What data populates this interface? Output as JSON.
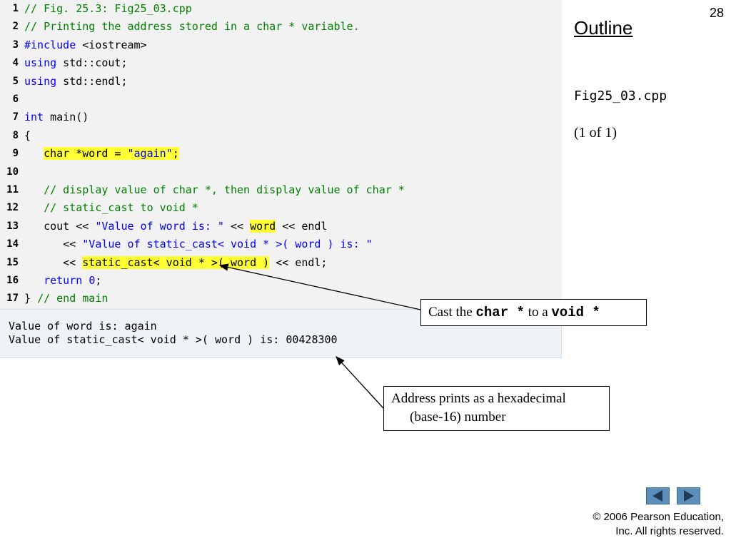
{
  "slide": {
    "number": "28",
    "outline_title": "Outline",
    "file_name": "Fig25_03.cpp",
    "page_count": "(1 of 1)"
  },
  "code": {
    "lines": [
      {
        "n": "1",
        "parts": [
          {
            "t": "// Fig. 25.3: Fig25_03.cpp",
            "c": "cm"
          }
        ]
      },
      {
        "n": "2",
        "parts": [
          {
            "t": "// Printing the address stored in a char * variable.",
            "c": "cm"
          }
        ]
      },
      {
        "n": "3",
        "parts": [
          {
            "t": "#include",
            "c": "kw"
          },
          {
            "t": " <iostream>",
            "c": ""
          }
        ]
      },
      {
        "n": "4",
        "parts": [
          {
            "t": "using",
            "c": "kw"
          },
          {
            "t": " std::cout;",
            "c": ""
          }
        ]
      },
      {
        "n": "5",
        "parts": [
          {
            "t": "using",
            "c": "kw"
          },
          {
            "t": " std::endl;",
            "c": ""
          }
        ]
      },
      {
        "n": "6",
        "parts": []
      },
      {
        "n": "7",
        "parts": [
          {
            "t": "int",
            "c": "kw"
          },
          {
            "t": " main()",
            "c": ""
          }
        ]
      },
      {
        "n": "8",
        "parts": [
          {
            "t": "{",
            "c": ""
          }
        ]
      },
      {
        "n": "9",
        "parts": [
          {
            "t": "   ",
            "c": ""
          },
          {
            "t": "char *word = ",
            "c": "hl"
          },
          {
            "t": "\"again\"",
            "c": "st hl"
          },
          {
            "t": ";",
            "c": "hl"
          }
        ]
      },
      {
        "n": "10",
        "parts": []
      },
      {
        "n": "11",
        "parts": [
          {
            "t": "   // display value of char *, then display value of char *",
            "c": "cm"
          }
        ]
      },
      {
        "n": "12",
        "parts": [
          {
            "t": "   // static_cast to void *",
            "c": "cm"
          }
        ]
      },
      {
        "n": "13",
        "parts": [
          {
            "t": "   cout << ",
            "c": ""
          },
          {
            "t": "\"Value of word is: \"",
            "c": "st"
          },
          {
            "t": " << ",
            "c": ""
          },
          {
            "t": "word",
            "c": "hl"
          },
          {
            "t": " << endl",
            "c": ""
          }
        ]
      },
      {
        "n": "14",
        "parts": [
          {
            "t": "      << ",
            "c": ""
          },
          {
            "t": "\"Value of static_cast< void * >( word ) is: \"",
            "c": "st"
          }
        ]
      },
      {
        "n": "15",
        "parts": [
          {
            "t": "      << ",
            "c": ""
          },
          {
            "t": "static_cast< void * >( word )",
            "c": "hl"
          },
          {
            "t": " << endl;",
            "c": ""
          }
        ]
      },
      {
        "n": "16",
        "parts": [
          {
            "t": "   ",
            "c": ""
          },
          {
            "t": "return",
            "c": "kw"
          },
          {
            "t": " ",
            "c": ""
          },
          {
            "t": "0",
            "c": "st"
          },
          {
            "t": ";",
            "c": ""
          }
        ]
      },
      {
        "n": "17",
        "parts": [
          {
            "t": "} ",
            "c": ""
          },
          {
            "t": "// end main",
            "c": "cm"
          }
        ]
      }
    ]
  },
  "output": {
    "lines": [
      "Value of word is: again",
      "Value of static_cast< void * >( word ) is: 00428300"
    ]
  },
  "callouts": {
    "cast": {
      "pre": "Cast the ",
      "code1": "char *",
      "mid": " to a ",
      "code2": "void *"
    },
    "address": {
      "line1": "Address prints as a hexadecimal",
      "line2": "(base-16) number"
    }
  },
  "navigation": {
    "prev_icon": "triangle-left-icon",
    "next_icon": "triangle-right-icon",
    "button_color": "#5b8fb9"
  },
  "footer": {
    "copyright_line1": "© 2006 Pearson Education,",
    "copyright_line2": "Inc.  All rights reserved."
  }
}
